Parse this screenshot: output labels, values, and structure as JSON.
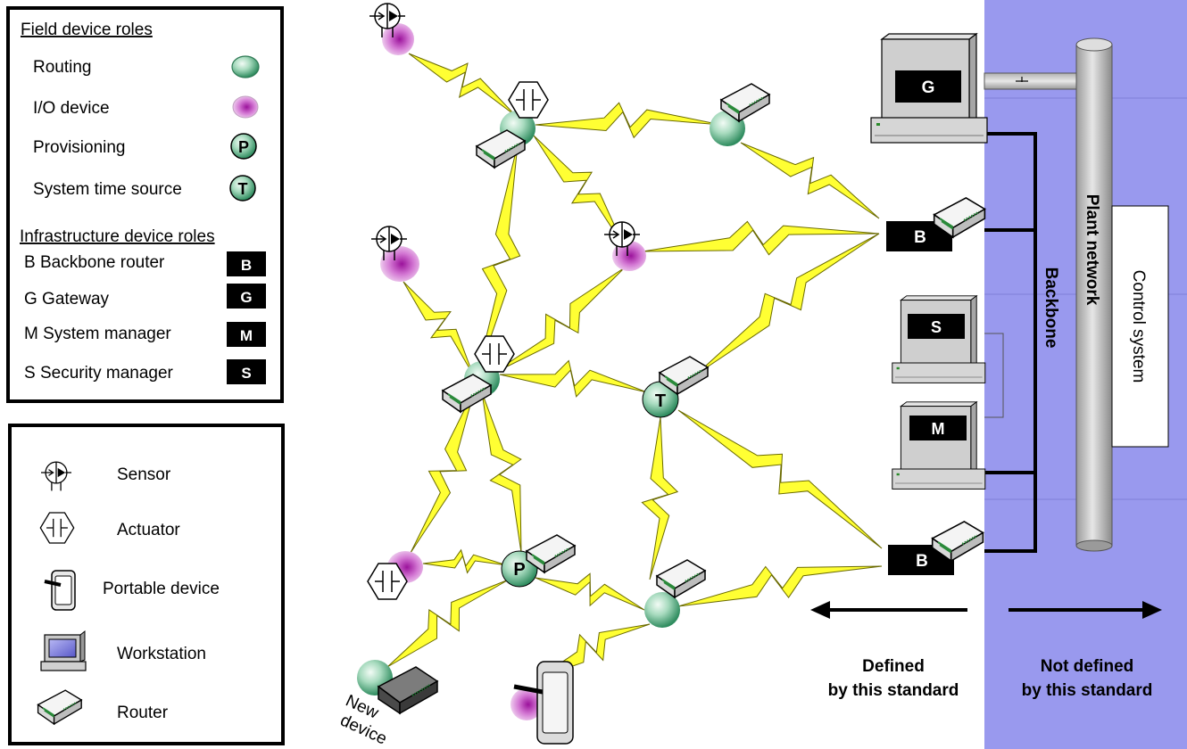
{
  "legend_field": {
    "title": "Field device roles",
    "items": [
      {
        "label": "Routing",
        "marker": "routing"
      },
      {
        "label": "I/O device",
        "marker": "io"
      },
      {
        "label": "Provisioning",
        "marker": "P"
      },
      {
        "label": "System time source",
        "marker": "T"
      }
    ]
  },
  "legend_infra": {
    "title": "Infrastructure device roles",
    "items": [
      {
        "label": "B  Backbone router",
        "badge": "B"
      },
      {
        "label": "G  Gateway",
        "badge": "G"
      },
      {
        "label": "M  System manager",
        "badge": "M"
      },
      {
        "label": "S  Security manager",
        "badge": "S"
      }
    ]
  },
  "legend_symbols": {
    "items": [
      {
        "label": "Sensor",
        "icon": "sensor-icon"
      },
      {
        "label": "Actuator",
        "icon": "actuator-icon"
      },
      {
        "label": "Portable device",
        "icon": "portable-device-icon"
      },
      {
        "label": "Workstation",
        "icon": "workstation-icon"
      },
      {
        "label": "Router",
        "icon": "router-icon"
      }
    ]
  },
  "diagram": {
    "node_letters": {
      "time_source": "T",
      "provisioning": "P"
    },
    "new_device": [
      "New",
      "device"
    ],
    "badges": {
      "gateway": "G",
      "backbone_router": "B",
      "security_manager": "S",
      "system_manager": "M"
    },
    "backbone": "Backbone",
    "plant_network": "Plant network",
    "control_system": "Control system",
    "defined": [
      "Defined",
      "by this standard"
    ],
    "not_defined": [
      "Not defined",
      "by this standard"
    ]
  },
  "colors": {
    "backbone_region": "#9999ee",
    "wireless_link": "#ffff33",
    "routing_node": "#3a9a6a",
    "io_node": "#b52fb5",
    "badge": "#000000"
  }
}
